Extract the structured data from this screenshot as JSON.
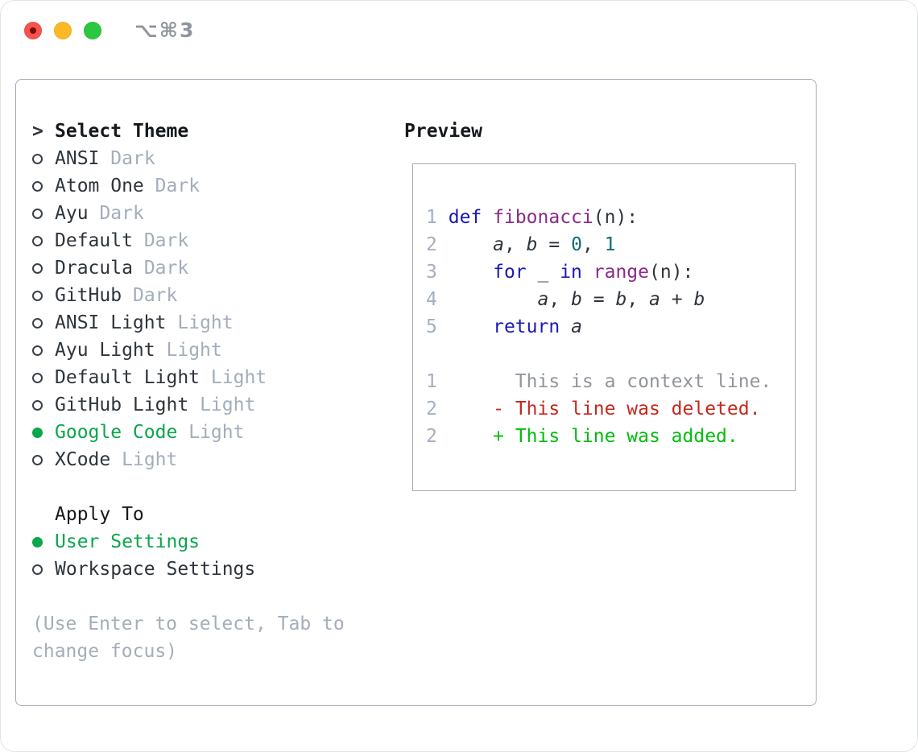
{
  "window": {
    "shortcut": "⌥⌘3",
    "traffic_lights": [
      {
        "name": "close",
        "color": "#f4544d",
        "dot": "#7e0d05"
      },
      {
        "name": "minimize",
        "color": "#fcb827",
        "dot": ""
      },
      {
        "name": "zoom",
        "color": "#29c83f",
        "dot": ""
      }
    ]
  },
  "colors": {
    "accent_green": "#0aa64c",
    "diff_added_green": "#00bd0e",
    "diff_deleted_red": "#c6281c",
    "keyword_blue": "#1a1ab2",
    "function_purple": "#8b2a8b",
    "number_teal": "#0e6e6e",
    "text_dark": "#2e343b",
    "muted_gray": "#a3adbb",
    "context_gray": "#90959c",
    "line_number_gray": "#a4afbe",
    "border_gray": "#a2aab6",
    "shortcut_gray": "#8f949e"
  },
  "theme_panel": {
    "cursor": ">",
    "title": "Select Theme",
    "items": [
      {
        "name": "ANSI",
        "variant": "Dark",
        "selected": false
      },
      {
        "name": "Atom One",
        "variant": "Dark",
        "selected": false
      },
      {
        "name": "Ayu",
        "variant": "Dark",
        "selected": false
      },
      {
        "name": "Default",
        "variant": "Dark",
        "selected": false
      },
      {
        "name": "Dracula",
        "variant": "Dark",
        "selected": false
      },
      {
        "name": "GitHub",
        "variant": "Dark",
        "selected": false
      },
      {
        "name": "ANSI Light",
        "variant": "Light",
        "selected": false
      },
      {
        "name": "Ayu Light",
        "variant": "Light",
        "selected": false
      },
      {
        "name": "Default Light",
        "variant": "Light",
        "selected": false
      },
      {
        "name": "GitHub Light",
        "variant": "Light",
        "selected": false
      },
      {
        "name": "Google Code",
        "variant": "Light",
        "selected": true
      },
      {
        "name": "XCode",
        "variant": "Light",
        "selected": false
      }
    ]
  },
  "apply_to": {
    "title": "Apply To",
    "items": [
      {
        "label": "User Settings",
        "selected": true
      },
      {
        "label": "Workspace Settings",
        "selected": false
      }
    ]
  },
  "help_text": {
    "line1": "(Use Enter to select, Tab to",
    "line2": "change focus)"
  },
  "preview": {
    "title": "Preview",
    "code_lines": [
      {
        "num": "1",
        "tokens": [
          {
            "t": "def",
            "c": "kw"
          },
          {
            "t": " ",
            "c": "pl"
          },
          {
            "t": "fibonacci",
            "c": "fn"
          },
          {
            "t": "(n):",
            "c": "pl"
          }
        ]
      },
      {
        "num": "2",
        "tokens": [
          {
            "t": "    ",
            "c": "pl"
          },
          {
            "t": "a",
            "c": "var"
          },
          {
            "t": ", ",
            "c": "pl"
          },
          {
            "t": "b",
            "c": "var"
          },
          {
            "t": " = ",
            "c": "pl"
          },
          {
            "t": "0",
            "c": "num"
          },
          {
            "t": ", ",
            "c": "pl"
          },
          {
            "t": "1",
            "c": "num"
          }
        ]
      },
      {
        "num": "3",
        "tokens": [
          {
            "t": "    ",
            "c": "pl"
          },
          {
            "t": "for",
            "c": "kw"
          },
          {
            "t": " _ ",
            "c": "pl"
          },
          {
            "t": "in",
            "c": "kw"
          },
          {
            "t": " ",
            "c": "pl"
          },
          {
            "t": "range",
            "c": "fn"
          },
          {
            "t": "(n):",
            "c": "pl"
          }
        ]
      },
      {
        "num": "4",
        "tokens": [
          {
            "t": "        ",
            "c": "pl"
          },
          {
            "t": "a",
            "c": "var"
          },
          {
            "t": ", ",
            "c": "pl"
          },
          {
            "t": "b",
            "c": "var"
          },
          {
            "t": " = ",
            "c": "pl"
          },
          {
            "t": "b",
            "c": "var"
          },
          {
            "t": ", ",
            "c": "pl"
          },
          {
            "t": "a",
            "c": "var"
          },
          {
            "t": " + ",
            "c": "pl"
          },
          {
            "t": "b",
            "c": "var"
          }
        ]
      },
      {
        "num": "5",
        "tokens": [
          {
            "t": "    ",
            "c": "pl"
          },
          {
            "t": "return",
            "c": "kw"
          },
          {
            "t": " ",
            "c": "pl"
          },
          {
            "t": "a",
            "c": "var"
          }
        ]
      }
    ],
    "diff_lines": [
      {
        "num": "1",
        "marker": " ",
        "text": "This is a context line.",
        "type": "context"
      },
      {
        "num": "2",
        "marker": "-",
        "text": "This line was deleted.",
        "type": "deleted"
      },
      {
        "num": "2",
        "marker": "+",
        "text": "This line was added.",
        "type": "added"
      }
    ]
  }
}
